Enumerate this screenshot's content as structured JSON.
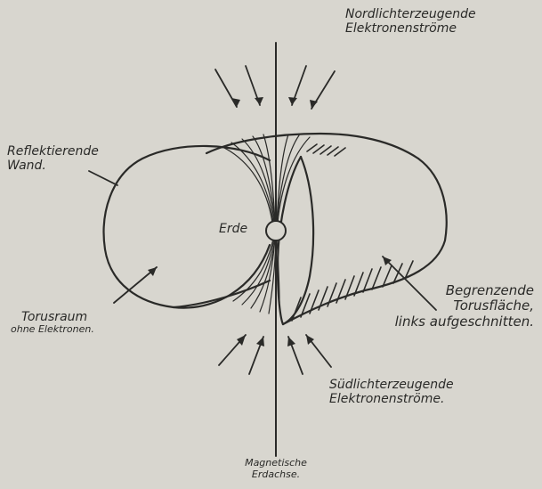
{
  "labels": {
    "nord": [
      "Nordlichterzeugende",
      "Elektronenströme"
    ],
    "wand": [
      "Reflektierende",
      "Wand."
    ],
    "erde": "Erde",
    "torusraum": [
      "Torusraum",
      "ohne Elektronen."
    ],
    "begrenzende": [
      "Begrenzende",
      "Torusfläche,",
      "links aufgeschnitten."
    ],
    "sued": [
      "Südlichterzeugende",
      "Elektronenströme."
    ],
    "achse": [
      "Magnetische",
      "Erdachse."
    ]
  },
  "colors": {
    "background": "#d8d6cf",
    "ink": "#2a2a28"
  }
}
